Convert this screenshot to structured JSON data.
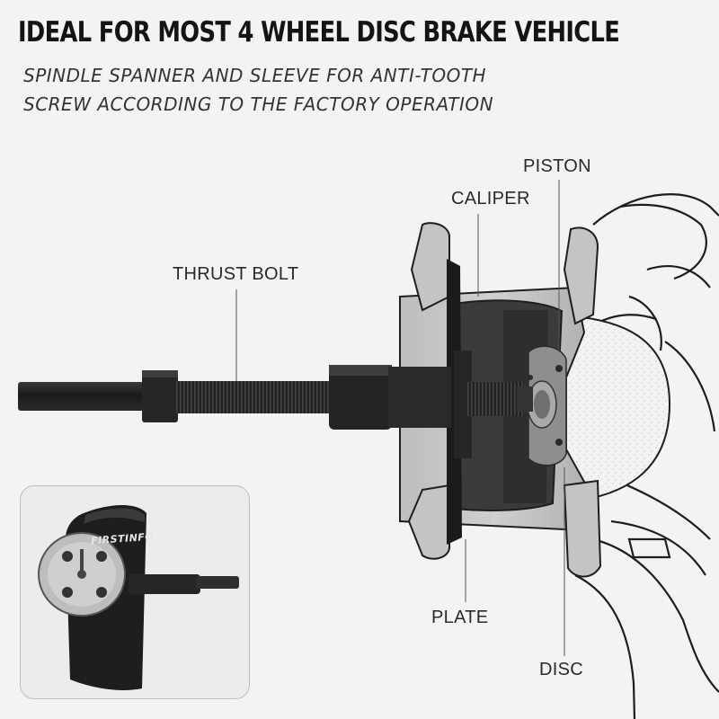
{
  "heading": {
    "title": "IDEAL FOR MOST 4 WHEEL DISC BRAKE VEHICLE",
    "subtitle_line1": "SPINDLE SPANNER AND SLEEVE FOR ANTI-TOOTH",
    "subtitle_line2": "SCREW ACCORDING TO THE FACTORY OPERATION"
  },
  "labels": {
    "piston": "PISTON",
    "caliper": "CALIPER",
    "thrust_bolt": "THRUST BOLT",
    "plate": "PLATE",
    "disc": "DISC"
  },
  "inset": {
    "brand": "FIRSTINFO"
  },
  "colors": {
    "background": "#f3f3f4",
    "tool_black": "#1c1c1c",
    "line_gray": "#555555"
  }
}
